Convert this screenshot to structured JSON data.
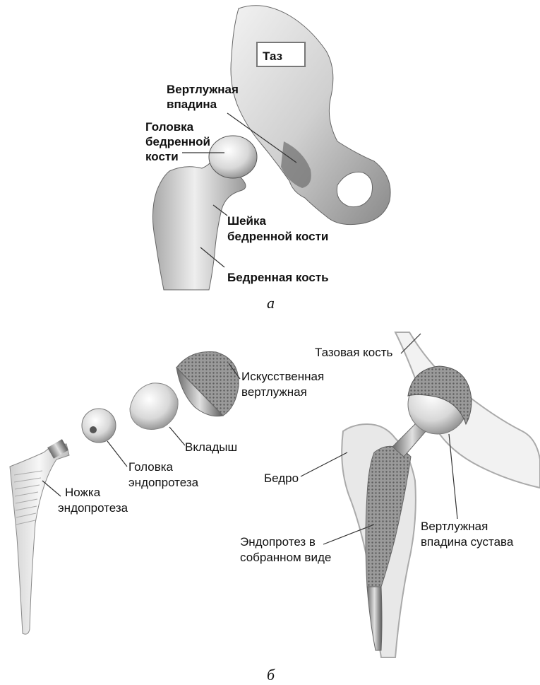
{
  "panel_a": {
    "box_label": "Таз",
    "labels": {
      "acetabulum_1": "Вертлужная",
      "acetabulum_2": "впадина",
      "femoral_head_1": "Головка",
      "femoral_head_2": "бедренной",
      "femoral_head_3": "кости",
      "neck_1": "Шейка",
      "neck_2": "бедренной кости",
      "femur": "Бедренная кость"
    },
    "caption": "а"
  },
  "panel_b": {
    "labels": {
      "pelvic_bone": "Тазовая кость",
      "cup_1": "Искусственная",
      "cup_2": "вертлужная",
      "liner": "Вкладыш",
      "head_1": "Головка",
      "head_2": "эндопротеза",
      "stem_1": "Ножка",
      "stem_2": "эндопротеза",
      "thigh": "Бедро",
      "assembled_1": "Эндопротез в",
      "assembled_2": "собранном виде",
      "socket_1": "Вертлужная",
      "socket_2": "впадина сустава"
    },
    "caption": "б"
  }
}
